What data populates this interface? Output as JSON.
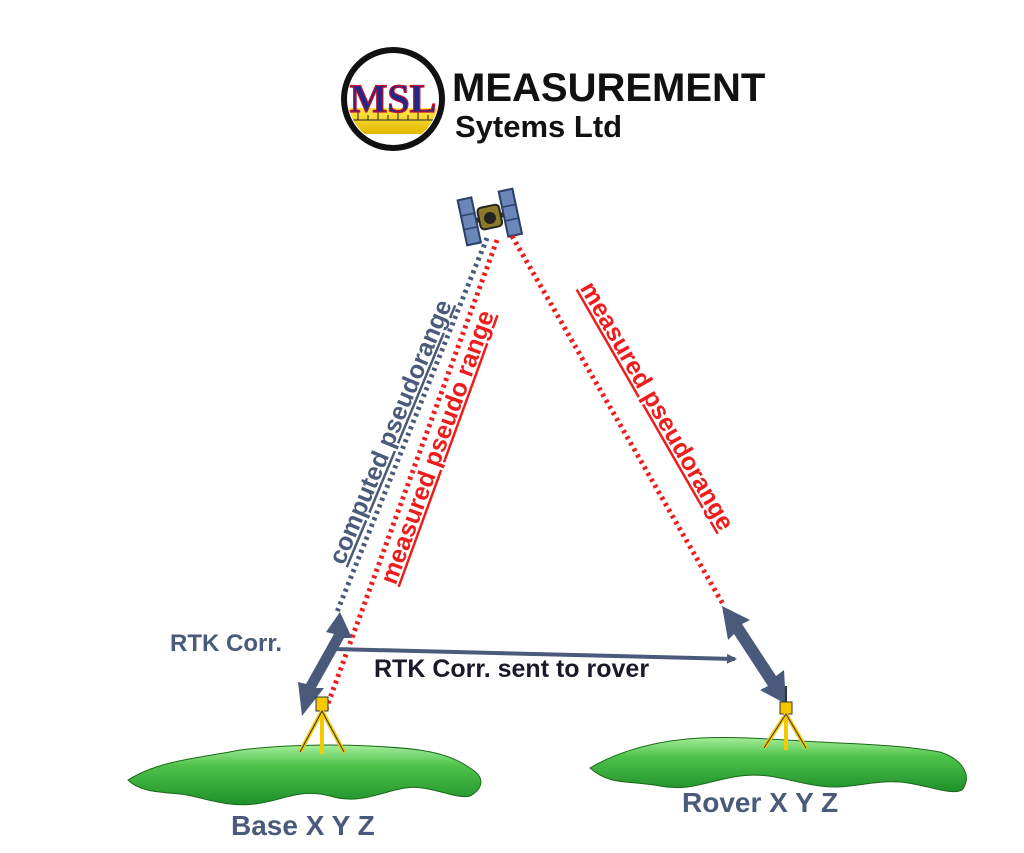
{
  "logo": {
    "monogram": "MSL",
    "company_line1": "MEASUREMENT",
    "company_line2": "Sytems Ltd"
  },
  "labels": {
    "computed_pseudorange": "computed pseudorange",
    "measured_pseudo_range": "measured pseudo range",
    "measured_pseudorange": "measured pseudorange",
    "rtk_corr": "RTK Corr.",
    "rtk_corr_sent": "RTK Corr. sent to rover",
    "base": "Base X Y Z",
    "rover": "Rover X Y Z"
  },
  "icons": [
    "satellite-icon",
    "tripod-icon",
    "terrain-icon",
    "logo-emblem"
  ],
  "colors": {
    "blue_gray": "#4a5a7a",
    "red": "#ee1c1c",
    "ground_green": "#3cb43c",
    "ground_light": "#8ee08e",
    "tripod_yellow": "#f5c800"
  }
}
